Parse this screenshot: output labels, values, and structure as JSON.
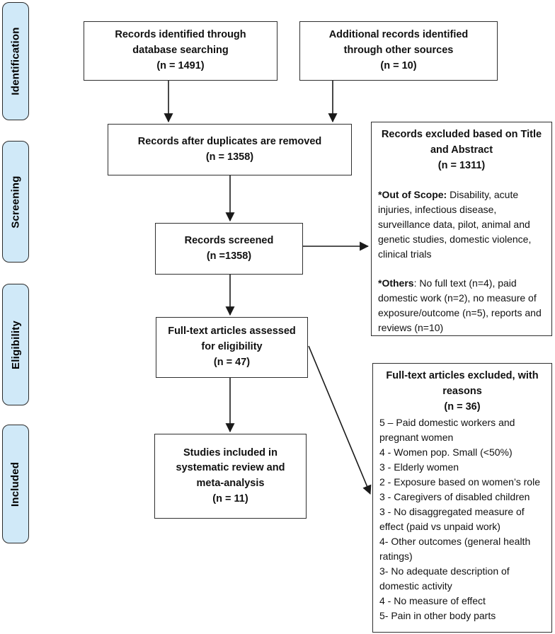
{
  "colors": {
    "stage_fill": "#d0e9f8",
    "line": "#1a1a1a"
  },
  "stages": [
    {
      "label": "Identification"
    },
    {
      "label": "Screening"
    },
    {
      "label": "Eligibility"
    },
    {
      "label": "Included"
    }
  ],
  "boxes": {
    "database": "Records identified through\ndatabase searching\n(n = 1491)",
    "other_sources": "Additional records identified\nthrough other sources\n(n = 10)",
    "deduplicated": "Records after duplicates are removed\n(n = 1358)",
    "screened": "Records screened\n(n =1358)",
    "fulltext_assessed": "Full-text articles assessed\nfor eligibility\n(n = 47)",
    "studies_included": "Studies included in\nsystematic review and\nmeta-analysis\n(n = 11)"
  },
  "excluded_title_abstract": {
    "title": "Records excluded based on Title\nand Abstract\n(n = 1311)",
    "out_of_scope_label": "*Out of Scope:",
    "out_of_scope_text": " Disability, acute injuries, infectious disease, surveillance data, pilot, animal and genetic studies, domestic violence, clinical trials",
    "others_label": "*Others",
    "others_text": ": No full text (n=4), paid domestic work (n=2), no measure of exposure/outcome (n=5), reports and reviews (n=10)"
  },
  "excluded_fulltext": {
    "title": "Full-text articles excluded, with\nreasons\n(n = 36)",
    "reasons": [
      "5 – Paid domestic workers and pregnant women",
      "4 - Women pop. Small (<50%)",
      "3 - Elderly women",
      "2 - Exposure based on women’s role",
      "3 - Caregivers of disabled children",
      "3 - No disaggregated measure of effect (paid vs unpaid work)",
      "4- Other outcomes (general health ratings)",
      "3- No adequate description of domestic activity",
      "4 - No measure of effect",
      "5- Pain in other body parts"
    ]
  }
}
